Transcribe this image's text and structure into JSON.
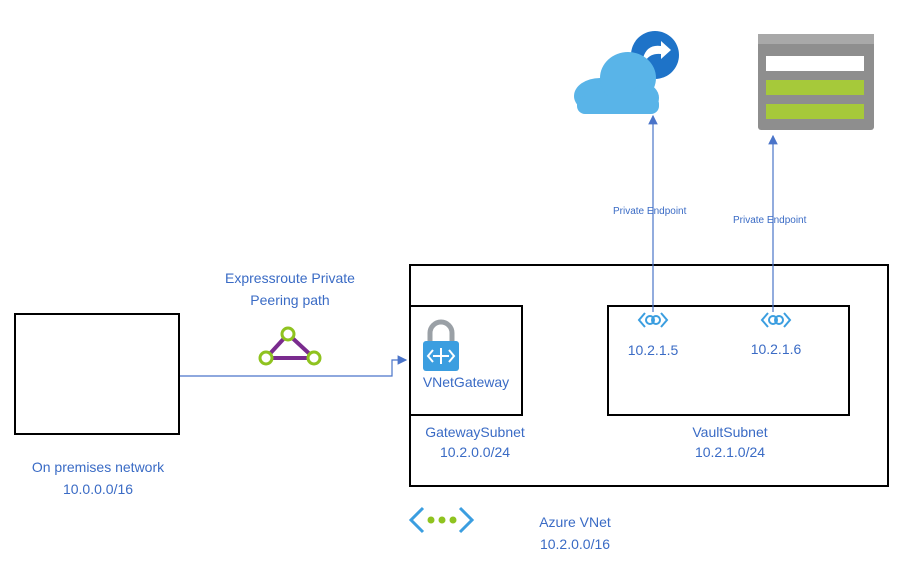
{
  "on_premises": {
    "name": "On premises network",
    "cidr": "10.0.0.0/16"
  },
  "expressroute": {
    "line1": "Expressroute Private",
    "line2": "Peering path"
  },
  "vnet": {
    "name": "Azure VNet",
    "cidr": "10.2.0.0/16"
  },
  "gateway_subnet": {
    "name": "GatewaySubnet",
    "cidr": "10.2.0.0/24",
    "gateway_label": "VNetGateway"
  },
  "vault_subnet": {
    "name": "VaultSubnet",
    "cidr": "10.2.1.0/24"
  },
  "endpoints": [
    {
      "ip": "10.2.1.5",
      "link_label": "Private Endpoint",
      "target_icon": "cloud-arrow-icon"
    },
    {
      "ip": "10.2.1.6",
      "link_label": "Private Endpoint",
      "target_icon": "storage-table-icon"
    }
  ],
  "colors": {
    "text": "#3a6bc5",
    "line": "#4a74c9",
    "cloud": "#3b9ee0",
    "storage_green": "#a6c93a",
    "peering": "#7a2b8e"
  }
}
